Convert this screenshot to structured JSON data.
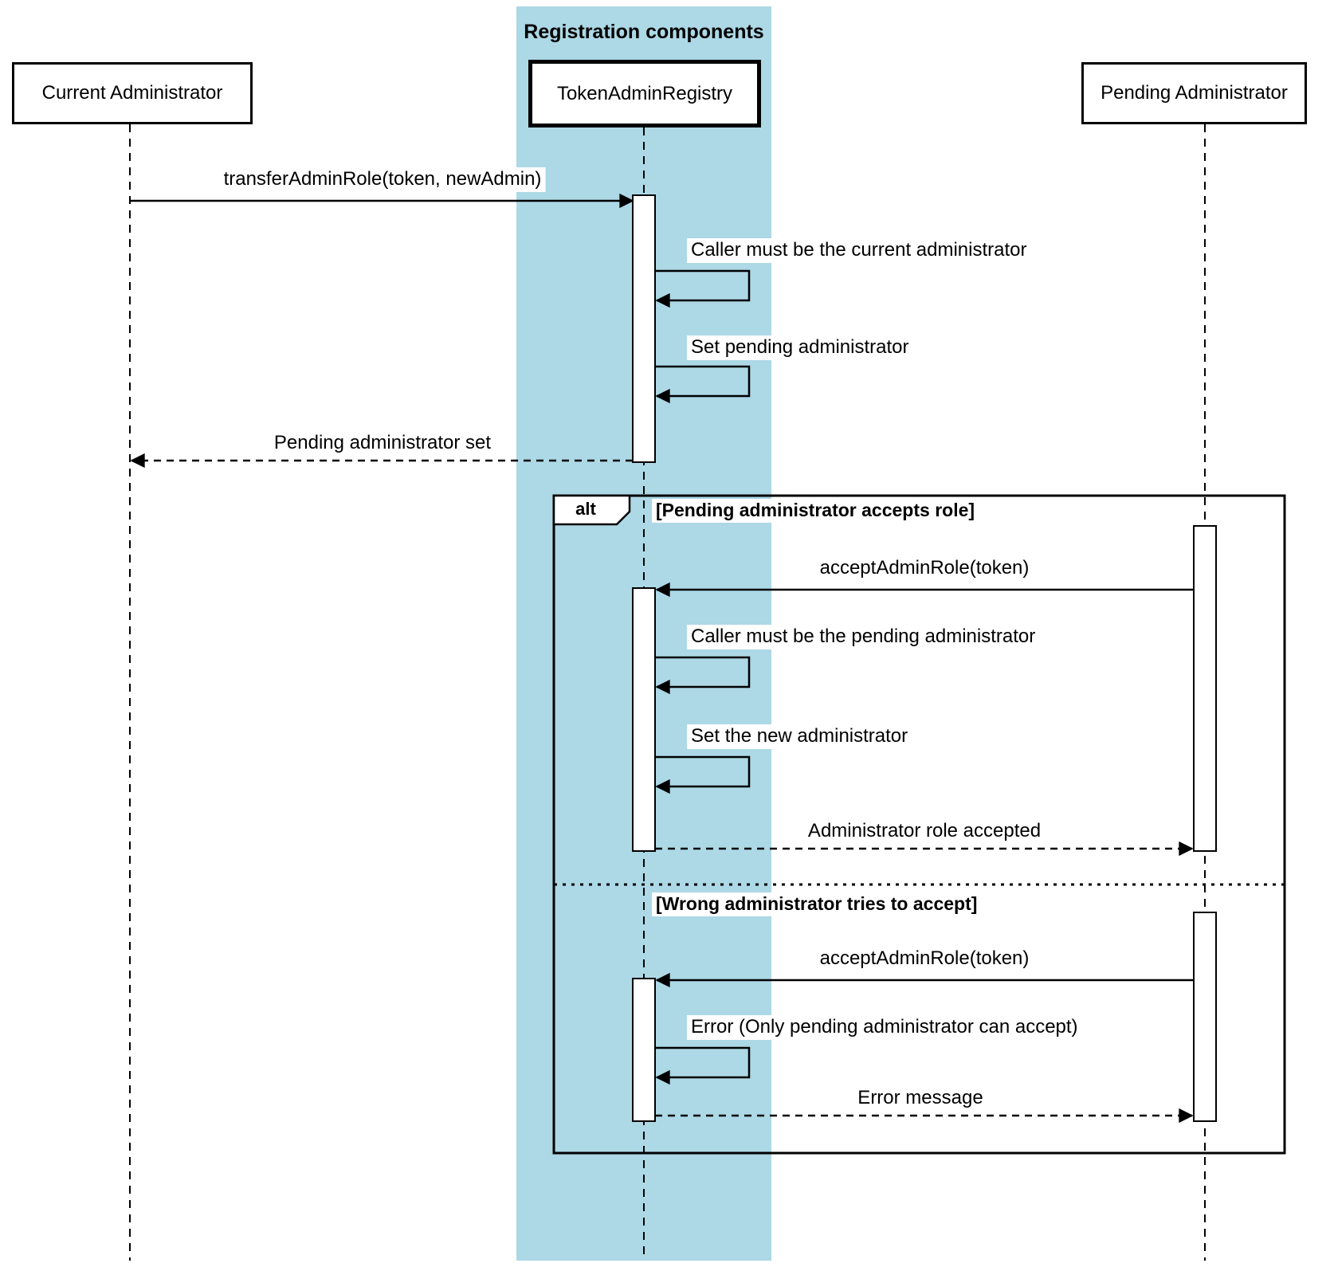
{
  "group": {
    "title": "Registration components"
  },
  "participants": [
    {
      "label": "Current Administrator"
    },
    {
      "label": "TokenAdminRegistry"
    },
    {
      "label": "Pending Administrator"
    }
  ],
  "messages": {
    "transfer_admin_role": "transferAdminRole(token, newAdmin)",
    "caller_must_be_current": "Caller must be the current administrator",
    "set_pending_administrator": "Set pending administrator",
    "pending_administrator_set": "Pending administrator set",
    "accept_admin_role_1": "acceptAdminRole(token)",
    "caller_must_be_pending": "Caller must be the pending administrator",
    "set_the_new_administrator": "Set the new administrator",
    "administrator_role_accepted": "Administrator role accepted",
    "accept_admin_role_2": "acceptAdminRole(token)",
    "error_only_pending": "Error (Only pending administrator can accept)",
    "error_message": "Error message"
  },
  "alt": {
    "operator": "alt",
    "guard_accepts": "[Pending administrator accepts role]",
    "guard_wrong": "[Wrong administrator tries to accept]"
  },
  "colors": {
    "group_fill": "#add8e6",
    "line": "#000000",
    "background": "#ffffff"
  }
}
